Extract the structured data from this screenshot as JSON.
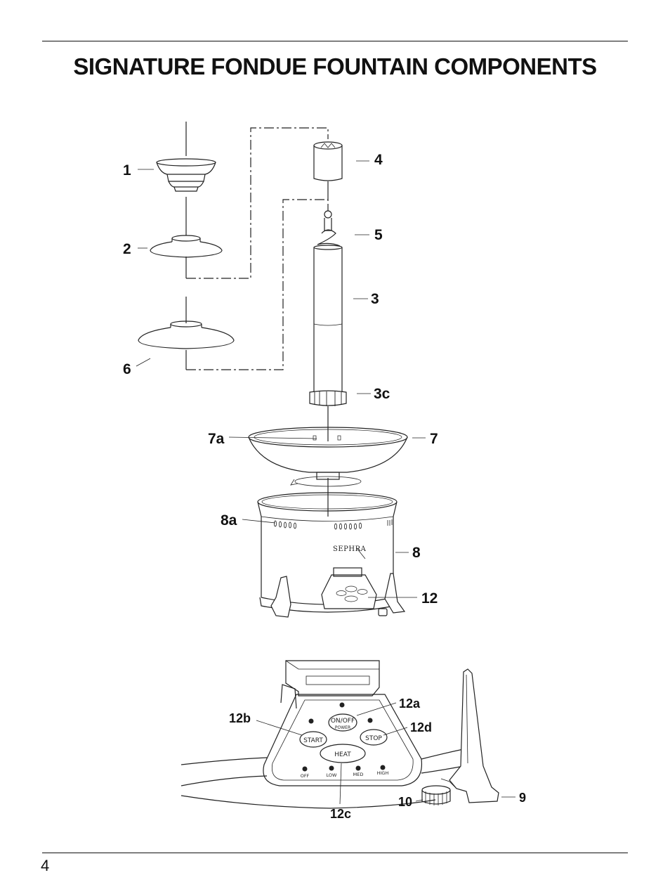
{
  "page": {
    "title": "SIGNATURE FONDUE FOUNTAIN COMPONENTS",
    "page_number": "4"
  },
  "labels": {
    "l1": "1",
    "l2": "2",
    "l3": "3",
    "l3c": "3c",
    "l4": "4",
    "l5": "5",
    "l6": "6",
    "l7": "7",
    "l7a": "7a",
    "l8": "8",
    "l8a": "8a",
    "l9": "9",
    "l10": "10",
    "l12": "12",
    "l12a": "12a",
    "l12b": "12b",
    "l12c": "12c",
    "l12d": "12d"
  },
  "brand": "SEPHRA",
  "control_panel": {
    "on_off": "ON/OFF",
    "power": "POWER",
    "start": "START",
    "stop": "STOP",
    "heat": "HEAT",
    "levels": [
      "OFF",
      "LOW",
      "MED",
      "HIGH"
    ]
  }
}
